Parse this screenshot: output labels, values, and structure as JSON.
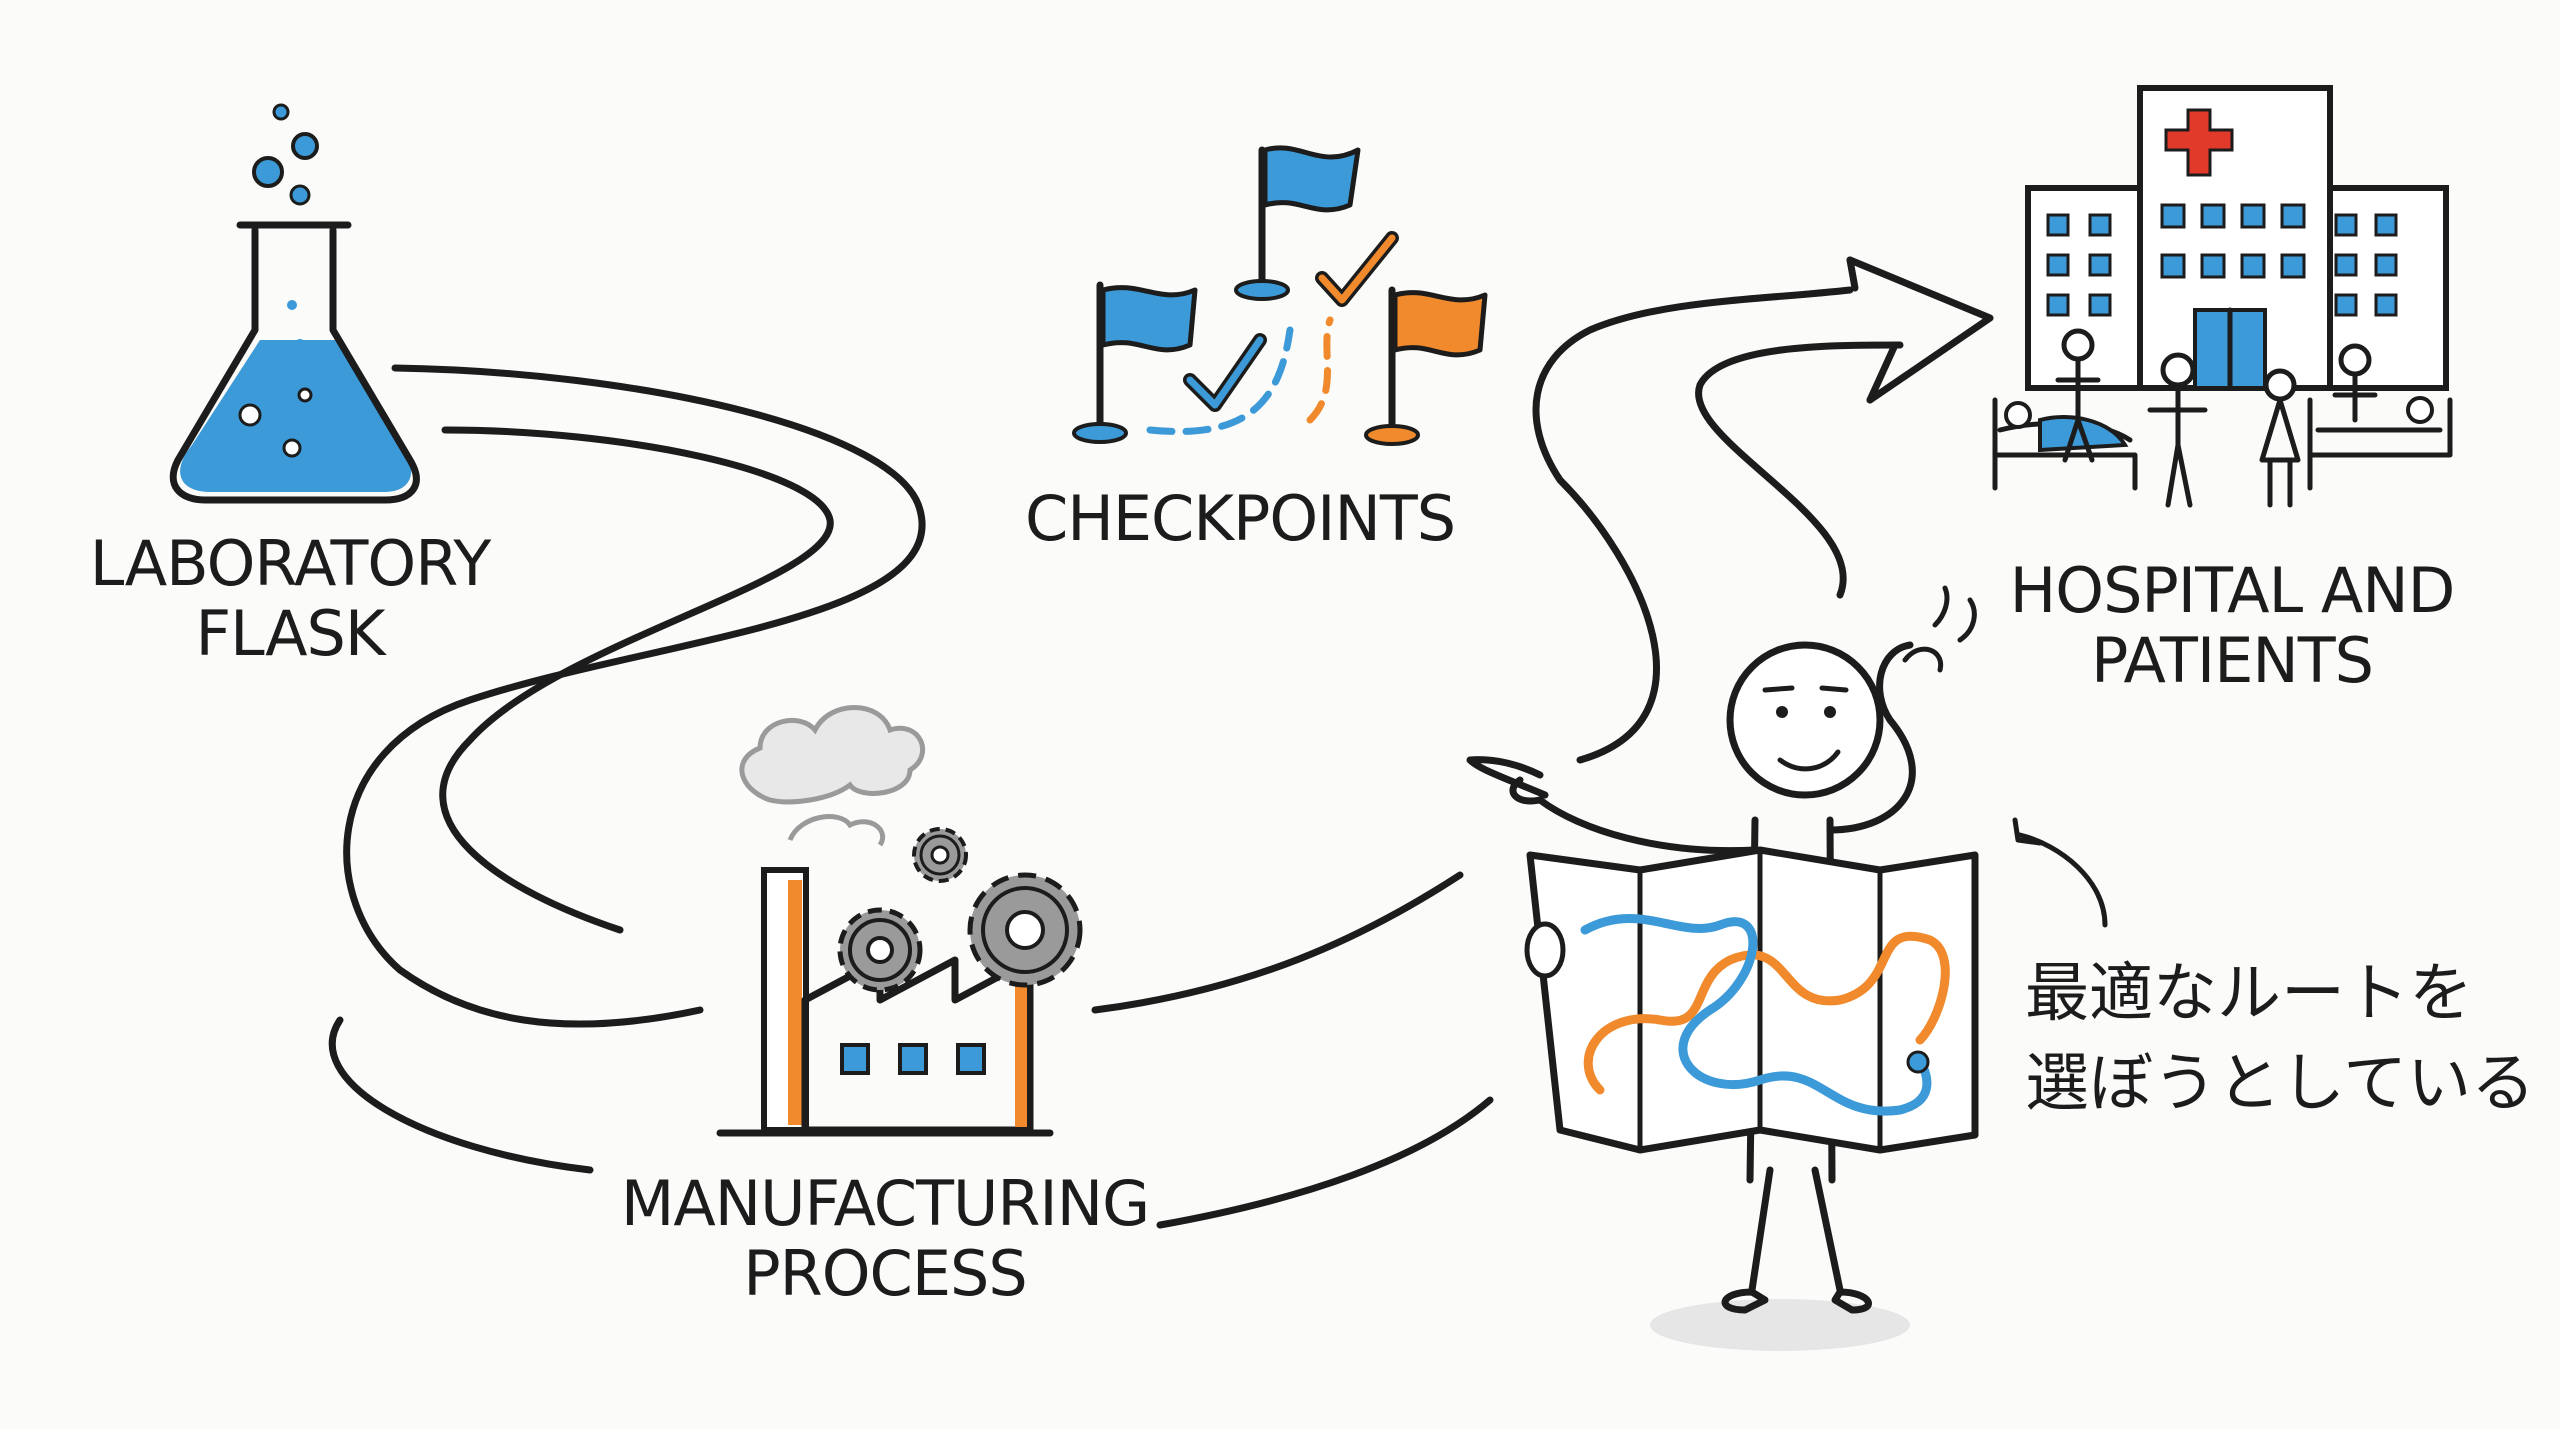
{
  "labels": {
    "flask_line1": "LABORATORY",
    "flask_line2": "FLASK",
    "checkpoints": "CHECKPOINTS",
    "hospital_line1": "HOSPITAL AND",
    "hospital_line2": "PATIENTS",
    "manufacturing_line1": "MANUFACTURING",
    "manufacturing_line2": "PROCESS",
    "caption_line1": "最適なルートを",
    "caption_line2": "選ぼうとしている"
  },
  "colors": {
    "ink": "#1c1c1c",
    "blue": "#3d9ad8",
    "orange": "#f08a2c",
    "red": "#e23a2a",
    "gray": "#9a9a9a",
    "background": "#fbfbf9"
  },
  "icons": {
    "flask": "laboratory-flask-icon",
    "flags": "checkpoint-flags-icon",
    "hospital": "hospital-icon",
    "factory": "factory-icon",
    "person": "stick-figure-with-map-icon"
  }
}
